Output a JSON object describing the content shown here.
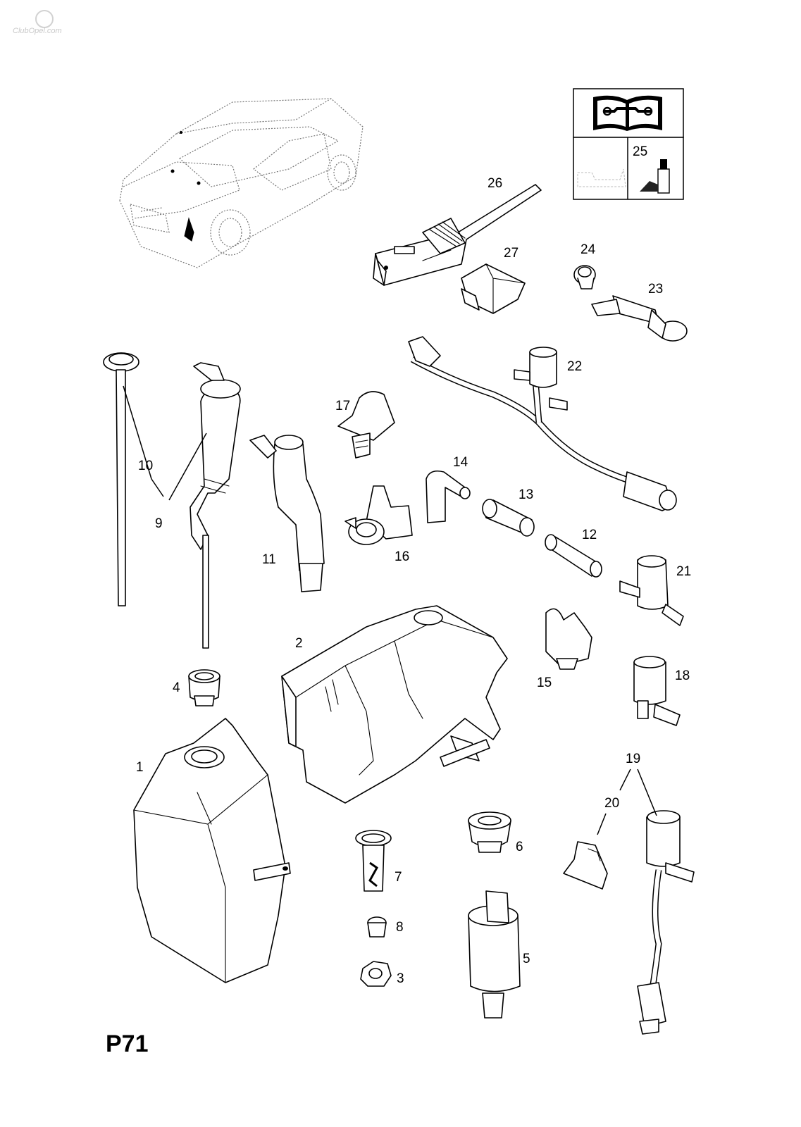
{
  "watermark": "ClubOpel.com",
  "page_code": "P71",
  "callouts": {
    "1": "1",
    "2": "2",
    "3": "3",
    "4": "4",
    "5": "5",
    "6": "6",
    "7": "7",
    "8": "8",
    "9": "9",
    "10": "10",
    "11": "11",
    "12": "12",
    "13": "13",
    "14": "14",
    "15": "15",
    "16": "16",
    "17": "17",
    "18": "18",
    "19": "19",
    "20": "20",
    "21": "21",
    "22": "22",
    "23": "23",
    "24": "24",
    "25": "25",
    "26": "26",
    "27": "27"
  },
  "icons": {
    "manual": "open-book-wrench-icon",
    "tool": "hand-tool-icon"
  }
}
